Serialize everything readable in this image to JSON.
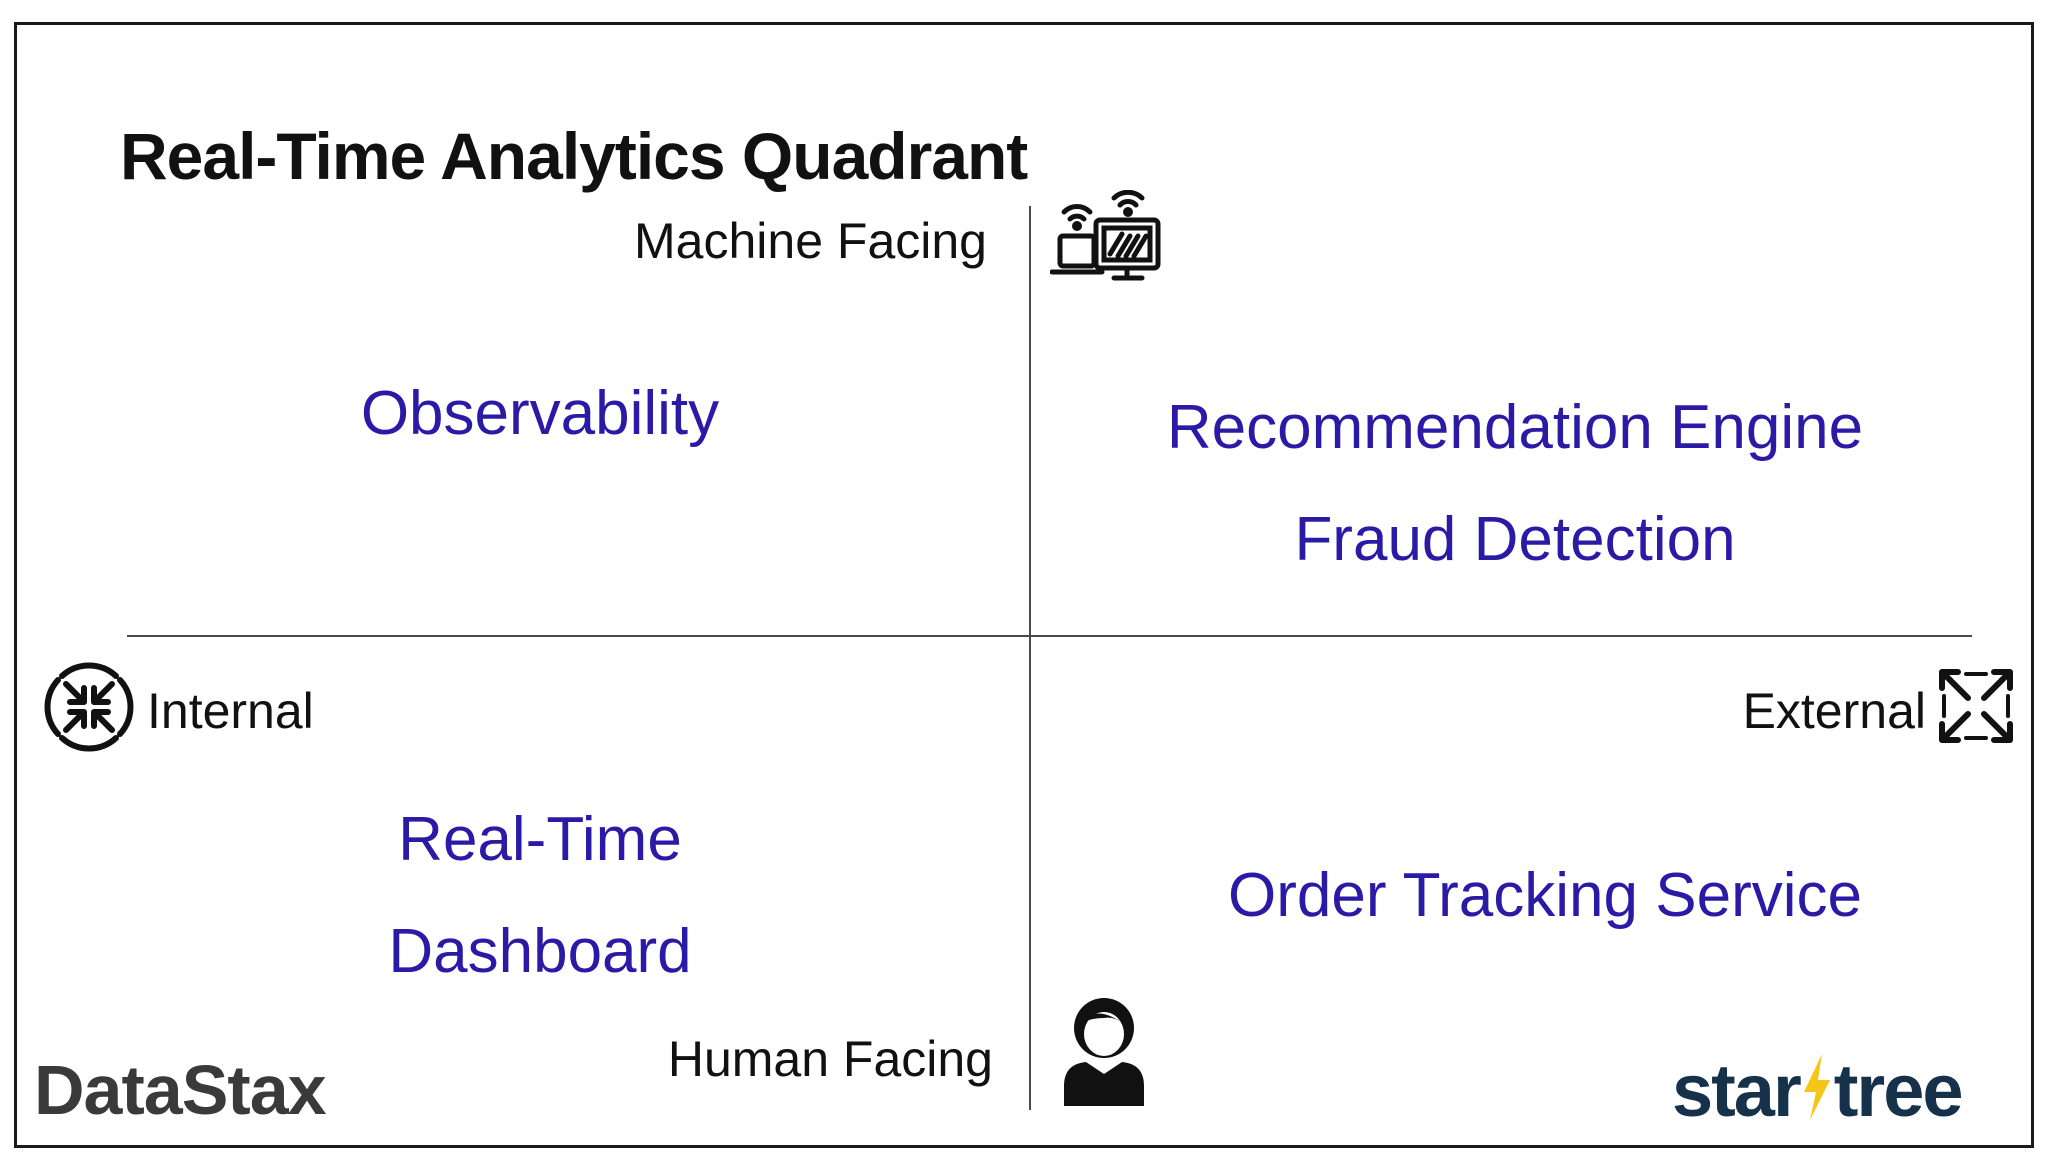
{
  "title": "Real-Time Analytics Quadrant",
  "axes": {
    "top": "Machine Facing",
    "bottom": "Human Facing",
    "left": "Internal",
    "right": "External"
  },
  "quadrants": {
    "top_left": [
      "Observability"
    ],
    "top_right": [
      "Recommendation Engine",
      "Fraud Detection"
    ],
    "bottom_left": [
      "Real-Time",
      "Dashboard"
    ],
    "bottom_right": [
      "Order Tracking Service"
    ]
  },
  "icons": {
    "top": "connected-devices-icon",
    "bottom": "person-icon",
    "left": "arrows-inward-icon",
    "right": "arrows-outward-icon"
  },
  "logos": {
    "left": "DataStax",
    "right_part1": "star",
    "right_part2": "tree"
  },
  "colors": {
    "item_text": "#2a1aa6",
    "axis": "#4a4a4a",
    "startree_bolt": "#f5c518"
  }
}
